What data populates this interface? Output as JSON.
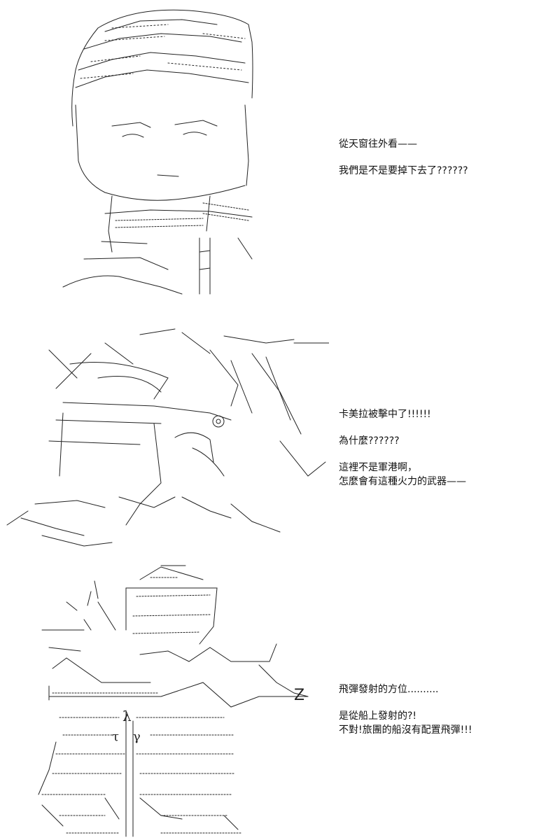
{
  "panels": [
    {
      "lines": [
        "從天窗往外看——",
        "我們是不是要掉下去了??????"
      ]
    },
    {
      "lines": [
        "卡美拉被擊中了!!!!!!",
        "為什麼??????",
        "這裡不是軍港啊，\n怎麼會有這種火力的武器——"
      ]
    },
    {
      "lines": [
        "飛彈發射的方位..........",
        "是從船上發射的?!\n不對!旅團的船沒有配置飛彈!!!"
      ]
    }
  ],
  "colors": {
    "ink": "#111111",
    "background": "#ffffff"
  }
}
